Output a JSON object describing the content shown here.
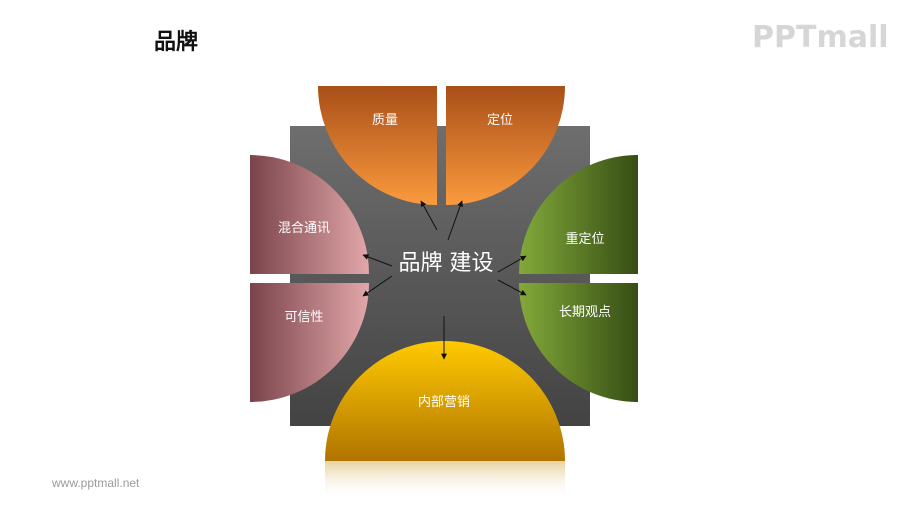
{
  "title": "品牌",
  "logo": "PPTmall",
  "footer_url": "www.pptmall.net",
  "center_label": "品牌 建设",
  "segments": {
    "quality": "质量",
    "positioning": "定位",
    "mixed_communication": "混合通讯",
    "credibility": "可信性",
    "repositioning": "重定位",
    "long_term_view": "长期观点",
    "internal_marketing": "内部营销"
  },
  "colors": {
    "orange_top": "#b2541a",
    "orange_bottom": "#f7943a",
    "pink_left": "#7e4950",
    "pink_right": "#dca0a3",
    "green_light": "#7ea338",
    "green_dark": "#3b5418",
    "yellow_top": "#ffc700",
    "yellow_bottom": "#b57b00",
    "square_top": "#6f6f6f",
    "square_bottom": "#444444"
  }
}
